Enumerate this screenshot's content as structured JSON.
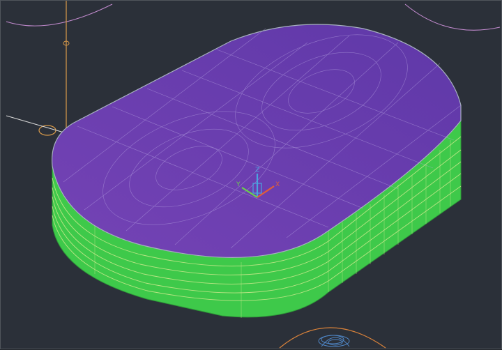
{
  "viewport": {
    "background": "#2b3039",
    "frame_color": "#50555c",
    "cursor": "crosshair"
  },
  "model": {
    "shape": "rounded-rectangle extruded slab (stadium shape)",
    "top_face_color": "#6a3fb0",
    "side_face_color": "#3ec94a",
    "mesh_line_color": "#b9a6e4",
    "side_line_color": "#c7e88a",
    "side_layers": 6
  },
  "ucs_icon": {
    "x_label": "X",
    "y_label": "Y",
    "z_label": "Z",
    "x_color": "#e05c3a",
    "y_color": "#6bd34a",
    "z_color": "#4aa3e0"
  },
  "background_geometry": {
    "left_axis_line_color": "#d99a4a",
    "construction_line_color": "#dcdcdc",
    "arc_color": "#c38bcf",
    "bottom_arc_color": "#d9823a",
    "spiral_color": "#4f86c6"
  }
}
